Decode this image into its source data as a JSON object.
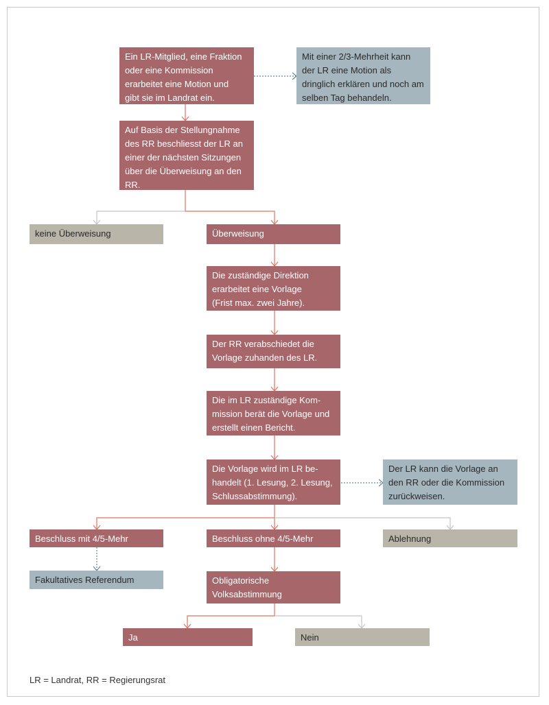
{
  "diagram": {
    "nodes": {
      "motion_einreichen": "Ein LR-Mitglied, eine Fraktion\noder eine Kommission\nerarbeitet eine Motion und\ngibt sie im Landrat ein.",
      "dringlich": "Mit einer 2/3-Mehrheit kann\nder LR eine Motion als\ndringlich erklären und noch am\nselben Tag behandeln.",
      "stellungnahme": "Auf Basis der Stellungnahme\ndes RR beschliesst der LR an\neiner der nächsten Sitzungen\nüber die Überweisung an den\nRR.",
      "keine_ueberweisung": "keine Überweisung",
      "ueberweisung": "Überweisung",
      "vorlage_erarbeiten": "Die zuständige Direktion\nerarbeitet eine Vorlage\n(Frist max. zwei Jahre).",
      "rr_verabschiedet": "Der RR verabschiedet die\nVorlage zuhanden des LR.",
      "kommission_beraet": "Die im LR zuständige Kom-\nmission berät die Vorlage und\nerstellt einen Bericht.",
      "lr_behandelt": "Die Vorlage wird im LR be-\nhandelt (1. Lesung, 2. Lesung,\nSchlussabstimmung).",
      "zurueckweisen": "Der LR kann die Vorlage an\nden RR oder die Kommission\nzurückweisen.",
      "beschluss_mit": "Beschluss mit 4/5-Mehr",
      "beschluss_ohne": "Beschluss ohne 4/5-Mehr",
      "ablehnung": "Ablehnung",
      "fakultativ": "Fakultatives Referendum",
      "obligatorisch": "Obligatorische\nVolksabstimmung",
      "ja": "Ja",
      "nein": "Nein"
    },
    "legend": "LR = Landrat, RR = Regierungsrat"
  },
  "colors": {
    "red_box": "#a6666a",
    "blue_box": "#a6b6bf",
    "grey_box": "#b9b5a8",
    "red_line": "#e0705f",
    "grey_line": "#c4c4c4",
    "dotted_line": "#6f8596"
  }
}
